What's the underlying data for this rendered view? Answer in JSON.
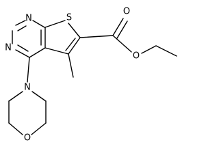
{
  "molecule": {
    "atoms": {
      "n1": "N",
      "n3": "N",
      "s": "S",
      "o_carbonyl": "O",
      "o_ester": "O",
      "n_morpholine": "N",
      "o_morpholine": "O"
    }
  }
}
